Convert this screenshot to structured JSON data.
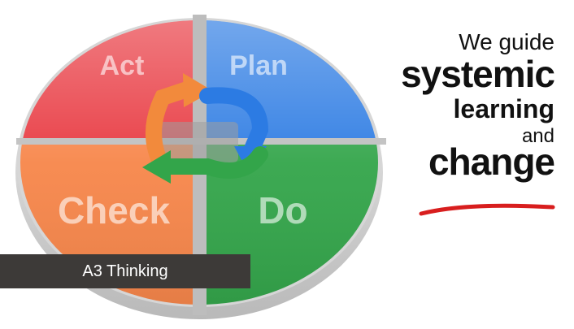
{
  "cycle": {
    "quadrants": [
      {
        "label": "Act",
        "color": "#e8373f"
      },
      {
        "label": "Plan",
        "color": "#2c7be3"
      },
      {
        "label": "Check",
        "color": "#f7864a"
      },
      {
        "label": "Do",
        "color": "#33a54a"
      }
    ]
  },
  "headline": {
    "line1": "We guide",
    "line2": "systemic",
    "line3": "learning",
    "line4": "and",
    "line5": "change"
  },
  "caption": "A3 Thinking",
  "colors": {
    "underline": "#d81e1e",
    "caption_bg": "#3d3a38",
    "arrow_orange": "#f28a3c",
    "arrow_blue": "#2c7be3",
    "arrow_green": "#33a54a"
  }
}
